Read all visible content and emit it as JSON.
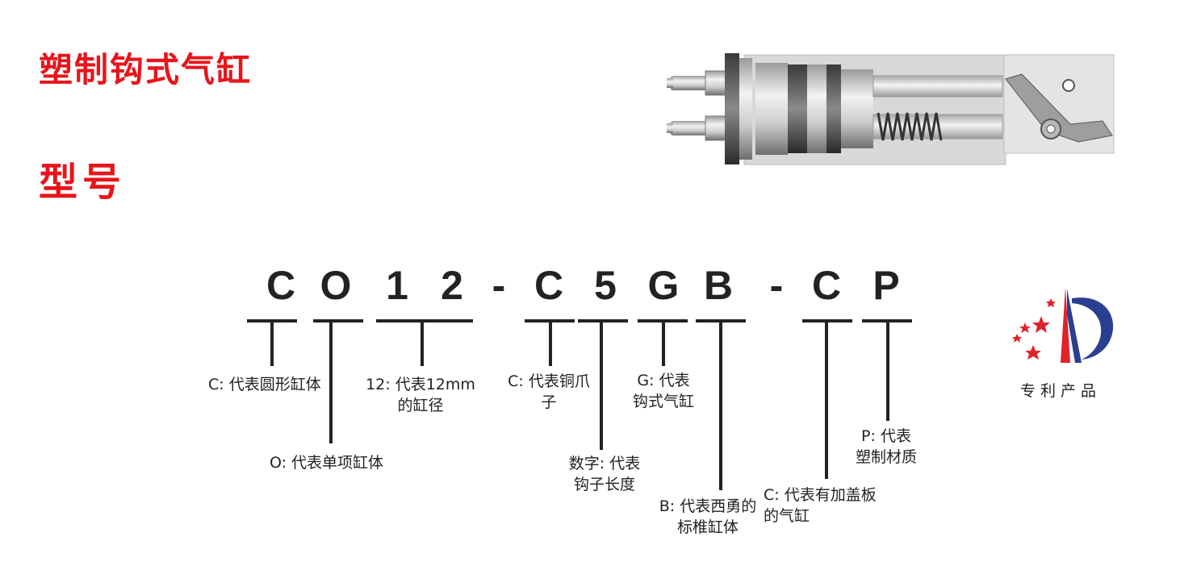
{
  "titles": {
    "product": "塑制钩式气缸",
    "model": "型号"
  },
  "code": [
    "C",
    "O",
    "1",
    "2",
    "-",
    "C",
    "5",
    "G",
    "B",
    "-",
    "C",
    "P"
  ],
  "labels": {
    "c": "C: 代表圆形缸体",
    "o": "O: 代表单项缸体",
    "bore_line1": "12: 代表12mm",
    "bore_line2": "的缸径",
    "claw_line1": "C: 代表铜爪",
    "claw_line2": "子",
    "hook_line1": "数字: 代表",
    "hook_line2": "钩子长度",
    "g_line1": "G: 代表",
    "g_line2": "钩式气缸",
    "b_line1": "B: 代表西勇的",
    "b_line2": "标椎缸体",
    "cover_line1": "C: 代表有加盖板",
    "cover_line2": "的气缸",
    "p_line1": "P: 代表",
    "p_line2": "塑制材质"
  },
  "patent": {
    "text": "专利产品",
    "colors": {
      "red": "#e0222a",
      "blue": "#2a3f8f"
    }
  },
  "colors": {
    "title": "#e8141b",
    "text": "#222222"
  }
}
